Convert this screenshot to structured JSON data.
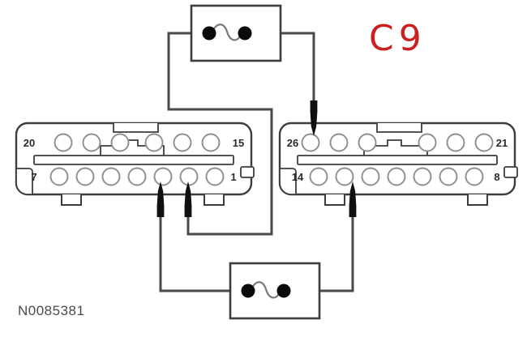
{
  "figure": {
    "caption_id": "N0085381",
    "annotation": "C9",
    "annotation_color": "#cc1f1f",
    "background": "#ffffff",
    "line_color": "#4a4a4a",
    "dot_color": "#000000"
  },
  "connectors": [
    {
      "id": "left-connector",
      "top_row": {
        "start_label": "20",
        "end_label": "15",
        "pin_count": 6
      },
      "bottom_row": {
        "start_label": "7",
        "end_label": "1",
        "pin_count": 7
      }
    },
    {
      "id": "right-connector",
      "top_row": {
        "start_label": "26",
        "end_label": "21",
        "pin_count": 6
      },
      "bottom_row": {
        "start_label": "14",
        "end_label": "8",
        "pin_count": 7
      }
    }
  ],
  "jumpers": [
    {
      "id": "top-jumper",
      "terminals": 2,
      "symbol": "wavy-wire"
    },
    {
      "id": "bottom-jumper",
      "terminals": 2,
      "symbol": "wavy-wire"
    }
  ],
  "probes": [
    {
      "id": "probe-left-a",
      "direction": "up",
      "target": "left-connector-bottom-row"
    },
    {
      "id": "probe-left-b",
      "direction": "up",
      "target": "left-connector-bottom-row"
    },
    {
      "id": "probe-right",
      "direction": "up",
      "target": "right-connector-bottom-row"
    },
    {
      "id": "probe-pin-26",
      "direction": "down",
      "target": "right-connector-pin-26"
    }
  ]
}
